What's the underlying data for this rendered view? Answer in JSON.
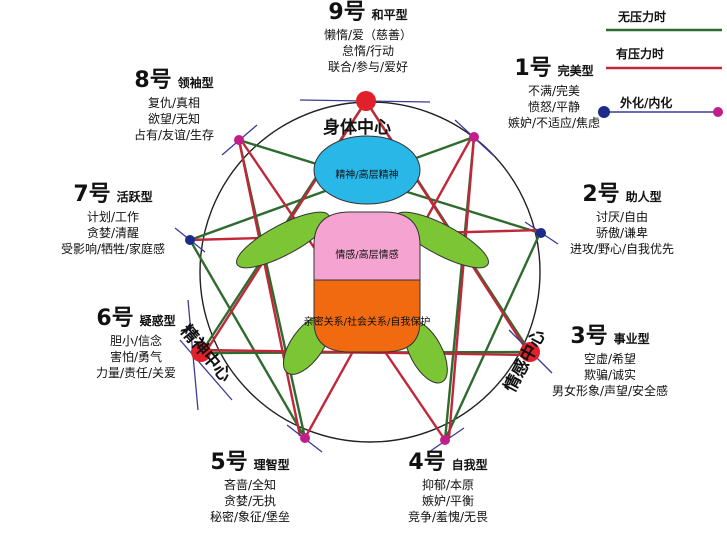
{
  "legend": {
    "no_stress": "无压力时",
    "stress": "有压力时",
    "extro_intro": "外化/内化",
    "colors": {
      "no_stress": "#2e6b2e",
      "stress": "#c0283a",
      "extro": "#3a3a9a"
    }
  },
  "centers": {
    "body": "身体中心",
    "mind": "精神中心",
    "heart": "情感中心"
  },
  "figure": {
    "head": "精神/高层精神",
    "torso": "情感/高层情感",
    "belly": "亲密关系/社会关系/自我保护",
    "colors": {
      "head": "#29b7e8",
      "torso": "#f5a3d0",
      "belly": "#f26a0f",
      "limbs": "#7cc534"
    }
  },
  "types": [
    {
      "id": 9,
      "num": "9号",
      "name": "和平型",
      "lines": [
        "懒惰/爱（慈善）",
        "怠惰/行动",
        "联合/参与/爱好"
      ]
    },
    {
      "id": 1,
      "num": "1号",
      "name": "完美型",
      "lines": [
        "不满/完美",
        "愤怒/平静",
        "嫉妒/不适应/焦虑"
      ]
    },
    {
      "id": 2,
      "num": "2号",
      "name": "助人型",
      "lines": [
        "讨厌/自由",
        "骄傲/谦卑",
        "进攻/野心/自我优先"
      ]
    },
    {
      "id": 3,
      "num": "3号",
      "name": "事业型",
      "lines": [
        "空虚/希望",
        "欺骗/诚实",
        "男女形象/声望/安全感"
      ]
    },
    {
      "id": 4,
      "num": "4号",
      "name": "自我型",
      "lines": [
        "抑郁/本原",
        "嫉妒/平衡",
        "竞争/羞愧/无畏"
      ]
    },
    {
      "id": 5,
      "num": "5号",
      "name": "理智型",
      "lines": [
        "吝啬/全知",
        "贪婪/无执",
        "秘密/象征/堡垒"
      ]
    },
    {
      "id": 6,
      "num": "6号",
      "name": "疑惑型",
      "lines": [
        "胆小/信念",
        "害怕/勇气",
        "力量/责任/关爱"
      ]
    },
    {
      "id": 7,
      "num": "7号",
      "name": "活跃型",
      "lines": [
        "计划/工作",
        "贪婪/清醒",
        "受影响/牺牲/家庭感"
      ]
    },
    {
      "id": 8,
      "num": "8号",
      "name": "领袖型",
      "lines": [
        "复仇/真相",
        "欲望/无知",
        "占有/友谊/生存"
      ]
    }
  ]
}
